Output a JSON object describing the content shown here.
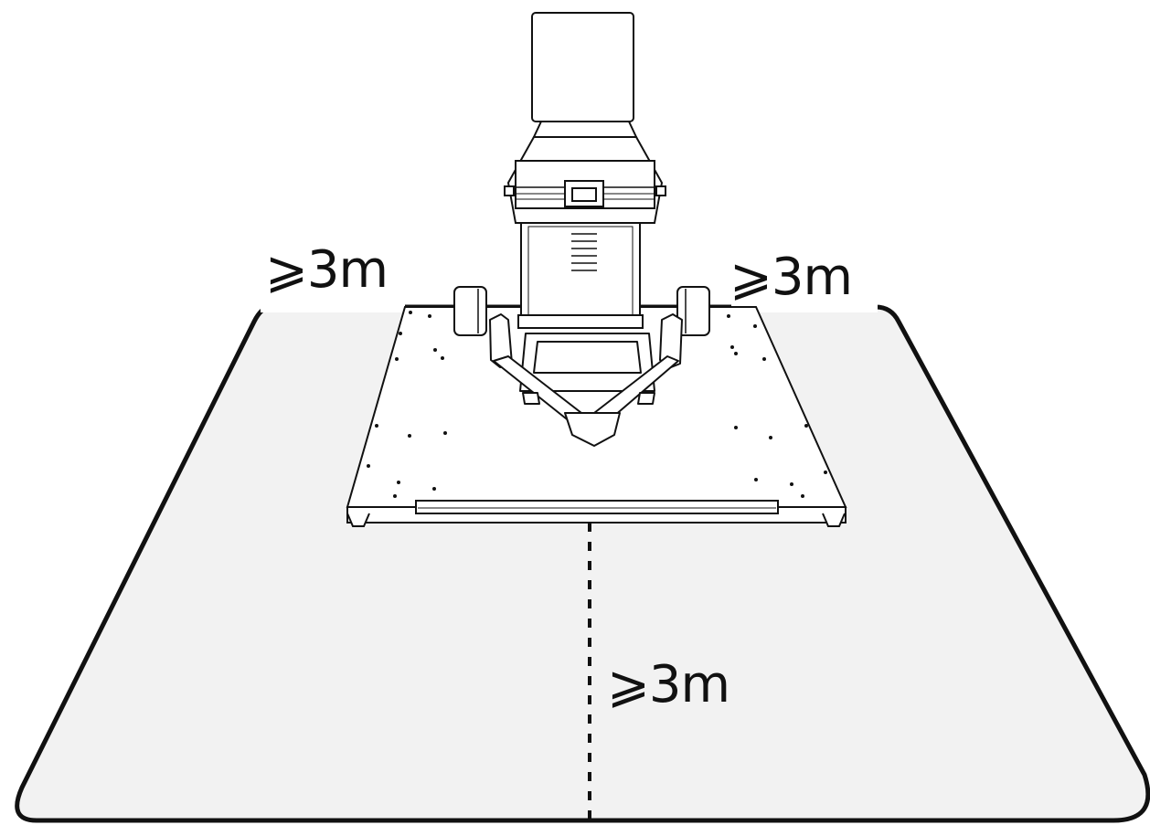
{
  "diagram": {
    "clearance_left": "⩾3m",
    "clearance_right": "⩾3m",
    "clearance_front": "⩾3m"
  },
  "colors": {
    "floor_fill": "#f2f2f2",
    "line": "#111111",
    "machine_fill": "#ffffff"
  },
  "icons": {
    "machine": "lift-machine-icon",
    "wheel": "wheel-icon",
    "tow-bar": "tow-bar-icon"
  }
}
